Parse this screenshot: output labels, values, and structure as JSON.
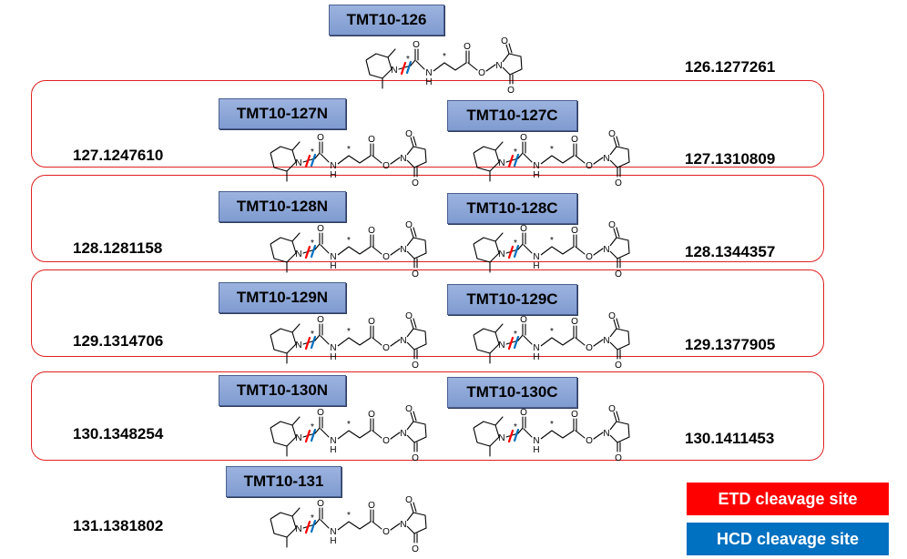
{
  "reagents": [
    {
      "tag": "TMT10-126",
      "mass": "126.1277261"
    },
    {
      "tag": "TMT10-127N",
      "mass": "127.1247610"
    },
    {
      "tag": "TMT10-127C",
      "mass": "127.1310809"
    },
    {
      "tag": "TMT10-128N",
      "mass": "128.1281158"
    },
    {
      "tag": "TMT10-128C",
      "mass": "128.1344357"
    },
    {
      "tag": "TMT10-129N",
      "mass": "129.1314706"
    },
    {
      "tag": "TMT10-129C",
      "mass": "129.1377905"
    },
    {
      "tag": "TMT10-130N",
      "mass": "130.1348254"
    },
    {
      "tag": "TMT10-130C",
      "mass": "130.1411453"
    },
    {
      "tag": "TMT10-131",
      "mass": "131.1381802"
    }
  ],
  "molecule_labels": {
    "N": "N",
    "O": "O",
    "H": "H",
    "star": "*"
  },
  "legend": {
    "etd": {
      "label": "ETD cleavage site",
      "color": "#ff0000"
    },
    "hcd": {
      "label": "HCD cleavage site",
      "color": "#0070c0"
    }
  },
  "colors": {
    "group_border": "#e02020",
    "tag_fill": "#8fa7d8"
  }
}
